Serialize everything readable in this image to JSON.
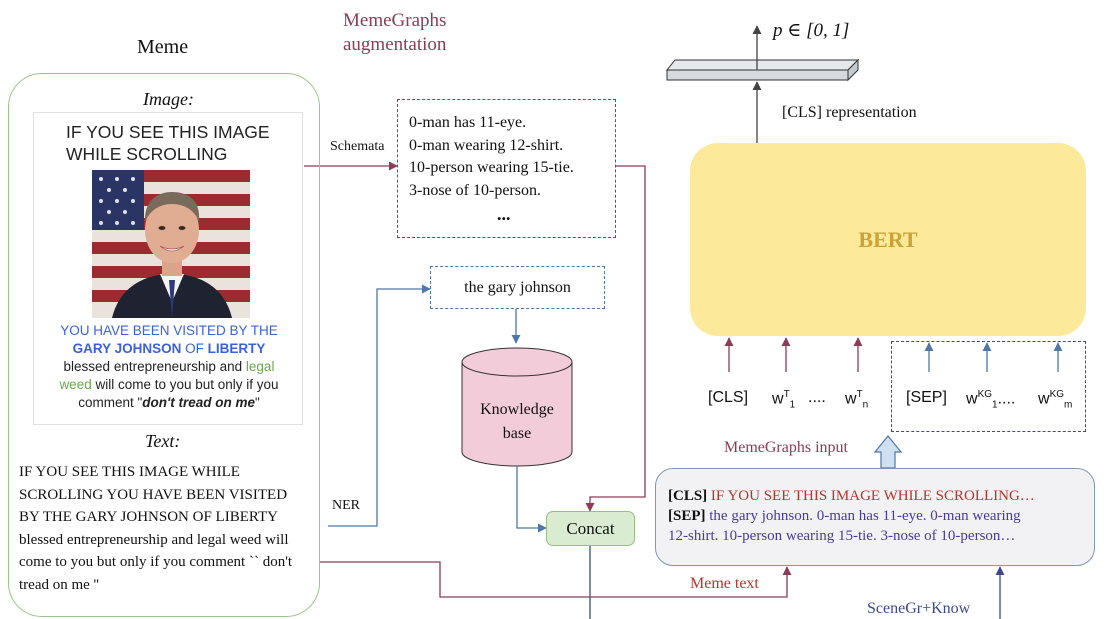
{
  "meme": {
    "title": "Meme",
    "image_label": "Image:",
    "text_label": "Text:",
    "image_top_text": "IF YOU SEE THIS IMAGE WHILE SCROLLING",
    "caption": {
      "line1": "YOU HAVE BEEN VISITED BY THE",
      "line2_a": "GARY JOHNSON",
      "line2_b": " OF ",
      "line2_c": "LIBERTY",
      "line3_a": "blessed entrepreneurship and ",
      "line3_b": "legal",
      "line4_a": "weed",
      "line4_b": " will come to you but only if you",
      "line5_a": "comment \"",
      "line5_b": "don't tread on me",
      "line5_c": "\""
    },
    "text_lines": [
      "IF YOU SEE THIS IMAGE WHILE",
      "SCROLLING YOU HAVE BEEN VISITED",
      "BY THE GARY JOHNSON OF LIBERTY",
      "blessed entrepreneurship and legal weed will",
      "come to you but only if you comment `` don't",
      "tread on me ''"
    ]
  },
  "augmentation": {
    "title_line1": "MemeGraphs",
    "title_line2": "augmentation"
  },
  "schemata": {
    "label": "Schemata",
    "lines": [
      "0-man has 11-eye.",
      "0-man wearing 12-shirt.",
      "10-person wearing 15-tie.",
      "3-nose of 10-person."
    ],
    "ellipsis": "..."
  },
  "ner": {
    "label": "NER",
    "entity": "the gary johnson"
  },
  "knowledge_base": {
    "line1": "Knowledge",
    "line2": "base"
  },
  "concat": {
    "label": "Concat"
  },
  "output": {
    "formula": "p ∈ [0, 1]",
    "cls_representation": "[CLS] representation"
  },
  "bert": {
    "label": "BERT"
  },
  "tokens": {
    "cls": "[CLS]",
    "wt1_base": "w",
    "wt1_sup": "T",
    "wt1_sub": "1",
    "dots1": "....",
    "wtn_base": "w",
    "wtn_sup": "T",
    "wtn_sub": "n",
    "sep": "[SEP]",
    "wkg1_base": "w",
    "wkg1_sup": "KG",
    "wkg1_sub": "1",
    "dots2": "....",
    "wkgm_base": "w",
    "wkgm_sup": "KG",
    "wkgm_sub": "m"
  },
  "memegraphs_input": {
    "label": "MemeGraphs input",
    "cls_tag": "[CLS]",
    "cls_text": " IF YOU SEE THIS IMAGE WHILE SCROLLING…",
    "sep_tag": "[SEP]",
    "sep_text_line1": " the gary johnson. 0-man has 11-eye. 0-man wearing",
    "sep_text_line2": "12-shirt. 10-person wearing 15-tie. 3-nose of 10-person…"
  },
  "meme_text_label": "Meme text",
  "scenegr_label": "SceneGr+Know",
  "colors": {
    "maroon": "#8a3d55",
    "blue_arrow": "#4f77a8",
    "navy": "#3c4a8c",
    "bert_fill": "#fde99a",
    "bert_text": "#c9a23a",
    "kb_fill": "#f2ccd9",
    "concat_fill": "#d9ecd2",
    "meme_border": "#9cc48a"
  }
}
